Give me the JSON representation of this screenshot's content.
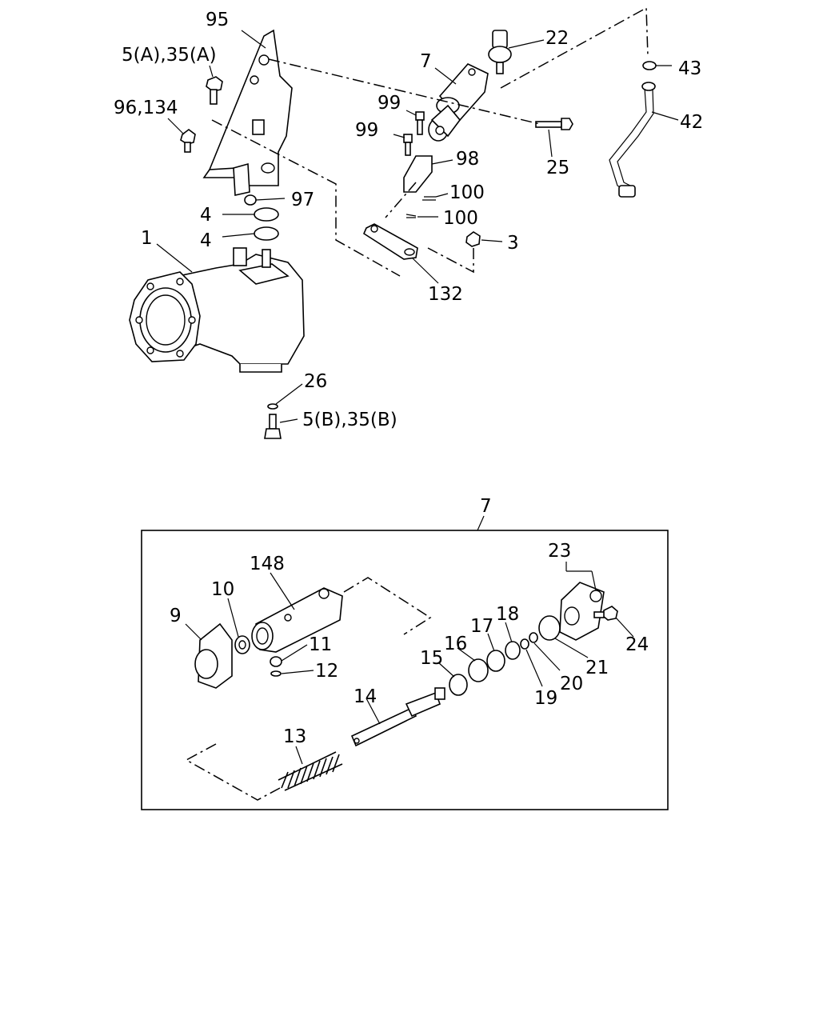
{
  "callouts": {
    "c95": "95",
    "c5a35a": "5(A),35(A)",
    "c96134": "96,134",
    "c97": "97",
    "c4a": "4",
    "c4b": "4",
    "c1": "1",
    "c26": "26",
    "c5b35b": "5(B),35(B)",
    "c7top": "7",
    "c22": "22",
    "c43": "43",
    "c42": "42",
    "c99a": "99",
    "c99b": "99",
    "c98": "98",
    "c100a": "100",
    "c100b": "100",
    "c25": "25",
    "c3": "3",
    "c132": "132",
    "c7box": "7",
    "c148": "148",
    "c10": "10",
    "c9": "9",
    "c11": "11",
    "c12": "12",
    "c13": "13",
    "c14": "14",
    "c15": "15",
    "c16": "16",
    "c17": "17",
    "c18": "18",
    "c19": "19",
    "c20": "20",
    "c21": "21",
    "c23": "23",
    "c24": "24"
  }
}
